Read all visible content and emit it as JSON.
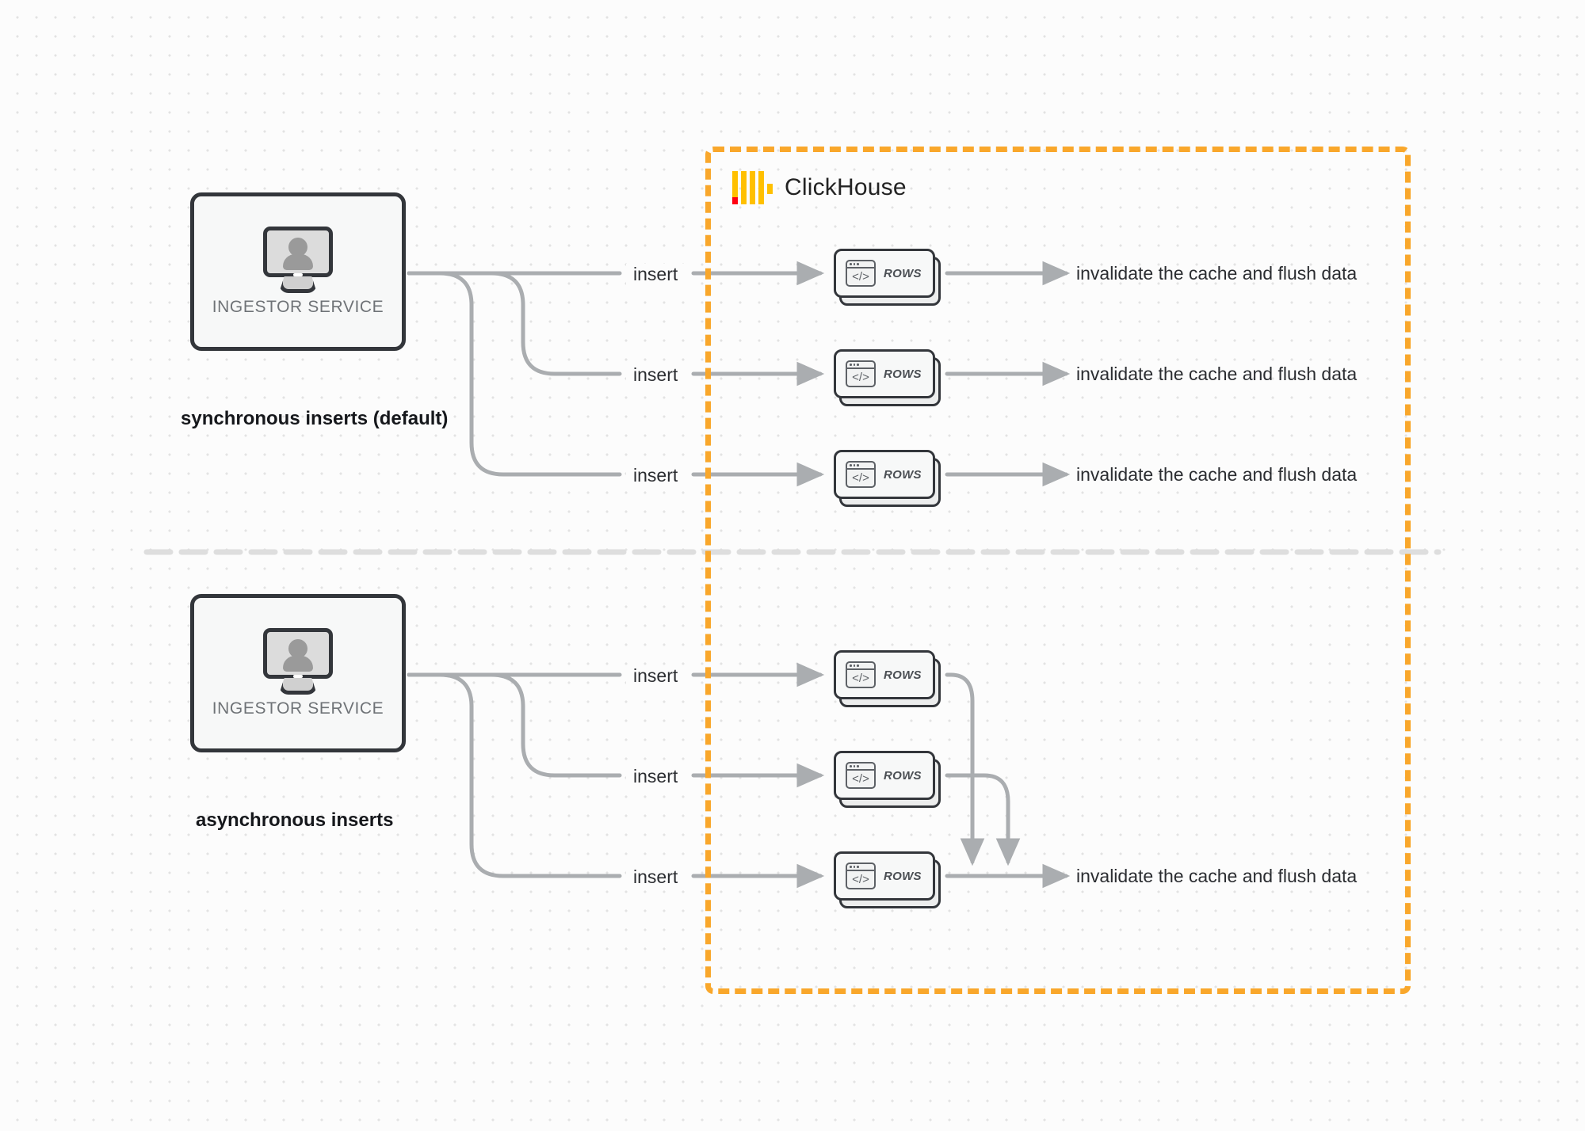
{
  "diagram": {
    "title": "ClickHouse synchronous vs asynchronous inserts",
    "background_color": "#fcfcfc",
    "boundary": {
      "name": "ClickHouse",
      "style": "dashed",
      "color": "#f9a72b"
    },
    "divider": {
      "style": "dashed",
      "color": "#dcdcdc"
    },
    "sections": [
      {
        "id": "synchronous",
        "caption": "synchronous inserts (default)",
        "source": {
          "label": "INGESTOR SERVICE",
          "icon": "monitor-user-icon"
        },
        "edges": [
          {
            "insert_label": "insert",
            "node_label": "ROWS",
            "node_icon": "code-window-icon",
            "result_label": "invalidate the cache and flush data"
          },
          {
            "insert_label": "insert",
            "node_label": "ROWS",
            "node_icon": "code-window-icon",
            "result_label": "invalidate the cache and flush data"
          },
          {
            "insert_label": "insert",
            "node_label": "ROWS",
            "node_icon": "code-window-icon",
            "result_label": "invalidate the cache and flush data"
          }
        ]
      },
      {
        "id": "asynchronous",
        "caption": "asynchronous inserts",
        "source": {
          "label": "INGESTOR SERVICE",
          "icon": "monitor-user-icon"
        },
        "edges": [
          {
            "insert_label": "insert",
            "node_label": "ROWS",
            "node_icon": "code-window-icon"
          },
          {
            "insert_label": "insert",
            "node_label": "ROWS",
            "node_icon": "code-window-icon"
          },
          {
            "insert_label": "insert",
            "node_label": "ROWS",
            "node_icon": "code-window-icon"
          }
        ],
        "merged_result_label": "invalidate the cache and flush data"
      }
    ],
    "code_glyph": "</>"
  }
}
